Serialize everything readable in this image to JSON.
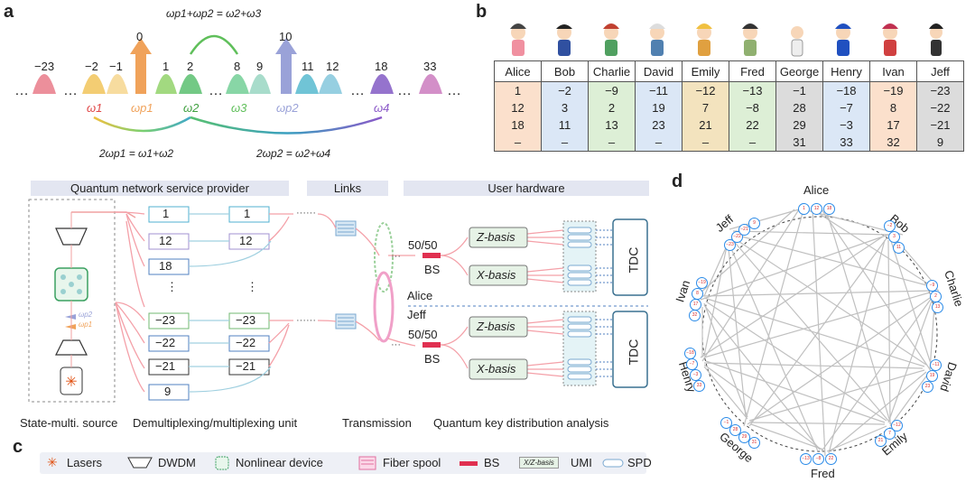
{
  "panels": {
    "a": "a",
    "b": "b",
    "c": "c",
    "d": "d"
  },
  "panel_a": {
    "freq_numbers": [
      "−23",
      "−2",
      "−1",
      "0",
      "1",
      "2",
      "8",
      "9",
      "10",
      "11",
      "12",
      "18",
      "33"
    ],
    "ellipsis": "…",
    "omega_labels": [
      "ω1",
      "ωp1",
      "ω2",
      "ω3",
      "ωp2",
      "ω4"
    ],
    "eq_top": "ωp1+ωp2 = ω2+ω3",
    "eq_bottom_left": "2ωp1 = ω1+ω2",
    "eq_bottom_right": "2ωp2 = ω2+ω4",
    "colors": {
      "orange": "#f0a25a",
      "lavender": "#9aa2d8",
      "red": "#e04848",
      "green": "#5fbf5a"
    }
  },
  "panel_b": {
    "users": [
      "Alice",
      "Bob",
      "Charlie",
      "David",
      "Emily",
      "Fred",
      "George",
      "Henry",
      "Ivan",
      "Jeff"
    ],
    "columns": [
      {
        "bg": "#fbe0cc",
        "values": [
          "1",
          "12",
          "18",
          "–"
        ]
      },
      {
        "bg": "#dbe7f6",
        "values": [
          "−2",
          "3",
          "11",
          "–"
        ]
      },
      {
        "bg": "#ddefd6",
        "values": [
          "−9",
          "2",
          "13",
          "–"
        ]
      },
      {
        "bg": "#dbe7f6",
        "values": [
          "−11",
          "19",
          "23",
          "–"
        ]
      },
      {
        "bg": "#f3e3be",
        "values": [
          "−12",
          "7",
          "21",
          "–"
        ]
      },
      {
        "bg": "#ddefd6",
        "values": [
          "−13",
          "−8",
          "22",
          "–"
        ]
      },
      {
        "bg": "#dcdcdc",
        "values": [
          "−1",
          "28",
          "29",
          "31"
        ]
      },
      {
        "bg": "#dbe7f6",
        "values": [
          "−18",
          "−7",
          "−3",
          "33"
        ]
      },
      {
        "bg": "#fbe0cc",
        "values": [
          "−19",
          "8",
          "17",
          "32"
        ]
      },
      {
        "bg": "#dcdcdc",
        "values": [
          "−23",
          "−22",
          "−21",
          "9"
        ]
      }
    ]
  },
  "panel_c": {
    "headers": [
      "Quantum network service provider",
      "Links",
      "User hardware"
    ],
    "channel_labels": [
      "1",
      "12",
      "18",
      "⋮",
      "−23",
      "−22",
      "−21",
      "9"
    ],
    "middle_labels": [
      "1",
      "12",
      "⋮",
      "−23",
      "−22",
      "−21"
    ],
    "bs_ratio": "50/50",
    "bs": "BS",
    "z_basis": "Z-basis",
    "x_basis": "X-basis",
    "tdc": "TDC",
    "alice": "Alice",
    "jeff": "Jeff",
    "captions": [
      "State-multi. source",
      "Demultiplexing/multiplexing unit",
      "Transmission",
      "Quantum key distribution analysis"
    ],
    "omega_p2": "ωp2",
    "omega_p1": "ωp1"
  },
  "legend": {
    "lasers": "Lasers",
    "dwdm": "DWDM",
    "nonlinear": "Nonlinear device",
    "fiber": "Fiber spool",
    "bs": "BS",
    "umi_box": "X/Z-basis",
    "umi": "UMI",
    "spd": "SPD"
  },
  "panel_d": {
    "names": [
      "Alice",
      "Bob",
      "Charlie",
      "David",
      "Emily",
      "Fred",
      "George",
      "Henry",
      "Ivan",
      "Jeff"
    ],
    "nodes": [
      [
        "1",
        "12",
        "18"
      ],
      [
        "−2",
        "3",
        "11"
      ],
      [
        "−9",
        "2",
        "13"
      ],
      [
        "−11",
        "19",
        "23"
      ],
      [
        "−12",
        "7",
        "21"
      ],
      [
        "−13",
        "−8",
        "22"
      ],
      [
        "−1",
        "28",
        "29",
        "31"
      ],
      [
        "−18",
        "−7",
        "−3",
        "33"
      ],
      [
        "−19",
        "8",
        "17",
        "32"
      ],
      [
        "−23",
        "−22",
        "−21",
        "9"
      ]
    ]
  }
}
